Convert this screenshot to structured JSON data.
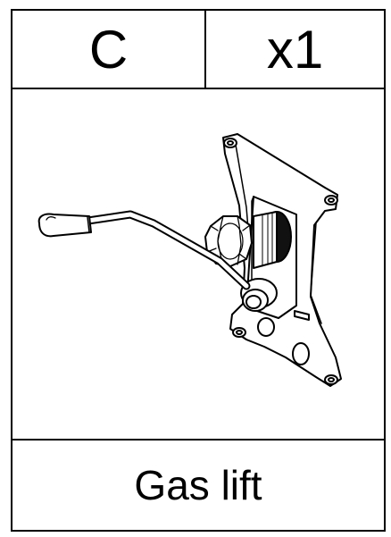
{
  "part": {
    "letter": "C",
    "quantity": "x1",
    "name": "Gas lift"
  },
  "illustration": {
    "icon": "gas-lift-mechanism-icon"
  }
}
